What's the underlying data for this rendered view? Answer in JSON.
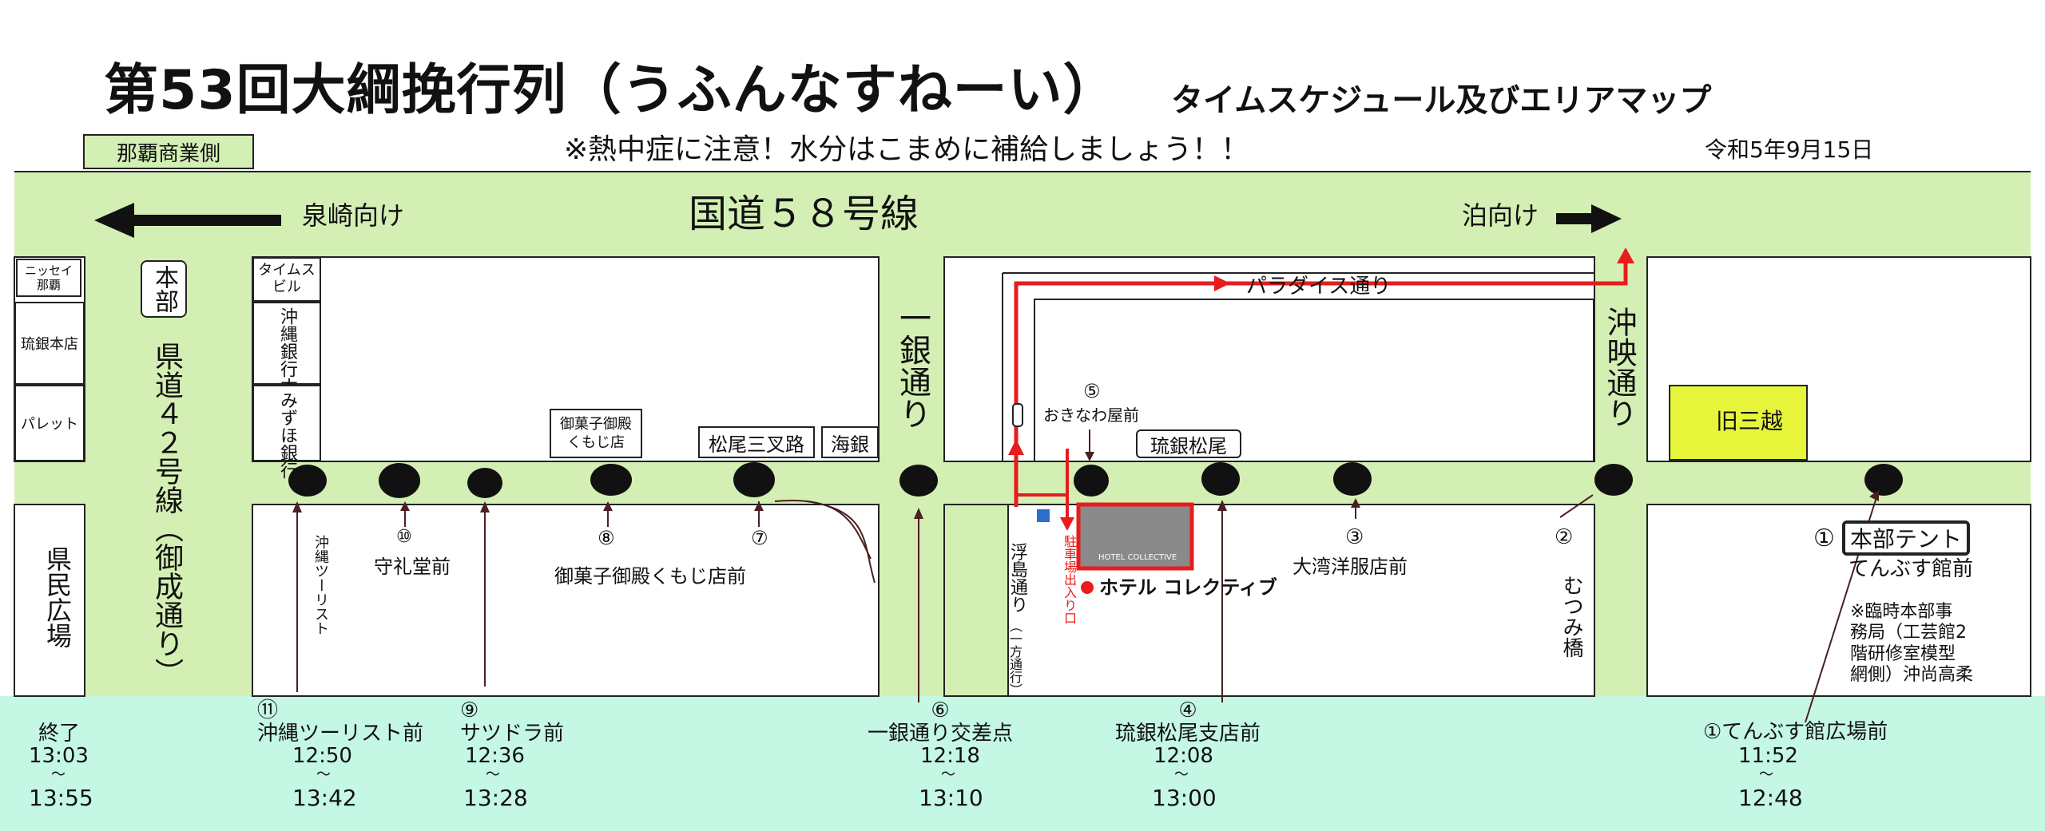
{
  "title": {
    "main": "第53回大綱挽行列（うふんなすねーい）",
    "sub": "タイムスケジュール及びエリアマップ"
  },
  "header": {
    "naha_tab": "那覇商業側",
    "warning": "※熱中症に注意！水分はこまめに補給しましょう！！",
    "date": "令和5年9月15日"
  },
  "roads": {
    "route58": "国道５８号線",
    "to_izumizaki": "泉崎向け",
    "to_tomari": "泊向け",
    "pref42": "県道４２号線（御成通り）",
    "ichigin": "一銀通り",
    "okiei": "沖映通り",
    "paradise": "パラダイス通り",
    "ukishima": "浮島通り",
    "ukishima_note": "（一方通行）"
  },
  "buildings": {
    "nissei": "ニッセイ\n那覇",
    "ryugin_honten": "琉銀本店",
    "pallet": "パレット",
    "honbu": "本部",
    "kenmin": "県民広場",
    "times": "タイムス\nビル",
    "okigin": "沖縄銀行本店",
    "mizuho": "みずほ銀行",
    "kumoji_shop": "御菓子御殿\nくもじ店",
    "matsuo_sansaro": "松尾三叉路",
    "kaigin": "海銀",
    "ryugin_matsuo": "琉銀松尾",
    "kyu_mitsukoshi": "旧三越",
    "honbu_tent": "本部テント",
    "tenbusu": "てんぶす館前",
    "hotel_logo": "HOTEL COLLECTIVE",
    "hotel_name": "ホテル コレクティブ",
    "parking": "駐車場出入り口",
    "mutsumi": "むつみ橋",
    "temp_office": "※臨時本部事\n務局（工芸館2\n階研修室模型\n網側）沖尚高柔"
  },
  "stops": [
    {
      "num": "①",
      "label": ""
    },
    {
      "num": "②",
      "label": ""
    },
    {
      "num": "③",
      "label": "大湾洋服店前"
    },
    {
      "num": "④",
      "label": ""
    },
    {
      "num": "⑤",
      "label": "おきなわ屋前"
    },
    {
      "num": "⑦",
      "label": ""
    },
    {
      "num": "⑧",
      "label": "御菓子御殿くもじ店前"
    },
    {
      "num": "⑩",
      "label": "守礼堂前"
    },
    {
      "num": "",
      "label": "沖縄ツーリスト"
    }
  ],
  "schedule": [
    {
      "name": "終了",
      "start": "13:03",
      "sep": "〜",
      "end": "13:55"
    },
    {
      "name": "⑪\n沖縄ツーリスト前",
      "start": "12:50",
      "sep": "〜",
      "end": "13:42"
    },
    {
      "name": "⑨\nサツドラ前",
      "start": "12:36",
      "sep": "〜",
      "end": "13:28"
    },
    {
      "name": "⑥\n一銀通り交差点",
      "start": "12:18",
      "sep": "〜",
      "end": "13:10"
    },
    {
      "name": "④\n琉銀松尾支店前",
      "start": "12:08",
      "sep": "〜",
      "end": "13:00"
    },
    {
      "name": "①てんぶす館広場前",
      "start": "11:52",
      "sep": "〜",
      "end": "12:48"
    }
  ],
  "colors": {
    "road": "#d4efb4",
    "schedule_bg": "#c4f7e4",
    "route": "#e81c1c",
    "mitsukoshi": "#e6f53a",
    "hotel": "#8a8a8a"
  }
}
